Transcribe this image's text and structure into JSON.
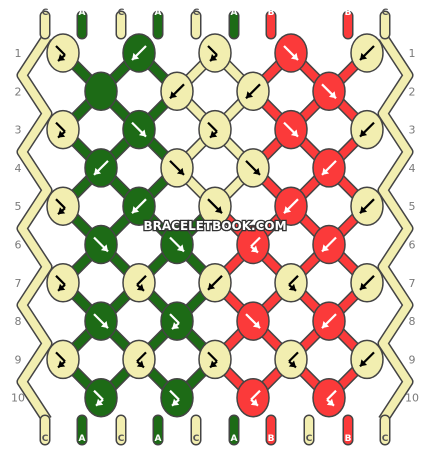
{
  "watermark": "BRACELETBOOK.COM",
  "colors": {
    "A": "#1d6b16",
    "B": "#fb3a3a",
    "C": "#f2eeb0"
  },
  "outline_color": "#444444",
  "arrow_color_on_dark": "#ffffff",
  "arrow_color_on_light": "#000000",
  "strands_top": [
    "C",
    "A",
    "C",
    "A",
    "C",
    "A",
    "B",
    "B",
    "C"
  ],
  "strands_bottom": [
    "C",
    "A",
    "C",
    "A",
    "C",
    "A",
    "B",
    "C",
    "B",
    "C"
  ],
  "row_numbers": [
    "1",
    "2",
    "3",
    "4",
    "5",
    "6",
    "7",
    "8",
    "9",
    "10"
  ],
  "knots": [
    [
      {
        "c": "C",
        "a": "forward-backward"
      },
      {
        "c": "A",
        "a": "backward"
      },
      {
        "c": "C",
        "a": "forward-backward"
      },
      {
        "c": "B",
        "a": "forward"
      },
      {
        "c": "C",
        "a": "backward"
      }
    ],
    [
      {
        "c": "A",
        "a": "blank"
      },
      {
        "c": "C",
        "a": "backward"
      },
      {
        "c": "C",
        "a": "backward"
      },
      {
        "c": "B",
        "a": "forward"
      }
    ],
    [
      {
        "c": "C",
        "a": "forward-backward"
      },
      {
        "c": "A",
        "a": "forward"
      },
      {
        "c": "C",
        "a": "forward-backward"
      },
      {
        "c": "B",
        "a": "forward"
      },
      {
        "c": "C",
        "a": "backward"
      }
    ],
    [
      {
        "c": "A",
        "a": "backward"
      },
      {
        "c": "C",
        "a": "forward"
      },
      {
        "c": "C",
        "a": "forward"
      },
      {
        "c": "B",
        "a": "backward"
      }
    ],
    [
      {
        "c": "C",
        "a": "forward-backward"
      },
      {
        "c": "A",
        "a": "backward"
      },
      {
        "c": "C",
        "a": "forward"
      },
      {
        "c": "B",
        "a": "backward"
      },
      {
        "c": "C",
        "a": "backward"
      }
    ],
    [
      {
        "c": "A",
        "a": "forward"
      },
      {
        "c": "A",
        "a": "forward"
      },
      {
        "c": "B",
        "a": "backward-forward"
      },
      {
        "c": "B",
        "a": "backward"
      }
    ],
    [
      {
        "c": "C",
        "a": "forward-backward"
      },
      {
        "c": "C",
        "a": "backward-forward"
      },
      {
        "c": "C",
        "a": "backward"
      },
      {
        "c": "C",
        "a": "backward-forward"
      },
      {
        "c": "C",
        "a": "backward"
      }
    ],
    [
      {
        "c": "A",
        "a": "forward"
      },
      {
        "c": "A",
        "a": "forward-backward"
      },
      {
        "c": "B",
        "a": "forward"
      },
      {
        "c": "B",
        "a": "backward"
      }
    ],
    [
      {
        "c": "C",
        "a": "forward-backward"
      },
      {
        "c": "C",
        "a": "backward-forward"
      },
      {
        "c": "C",
        "a": "forward-backward"
      },
      {
        "c": "C",
        "a": "backward-forward"
      },
      {
        "c": "C",
        "a": "backward"
      }
    ],
    [
      {
        "c": "A",
        "a": "forward-backward"
      },
      {
        "c": "A",
        "a": "forward-backward"
      },
      {
        "c": "B",
        "a": "backward-forward"
      },
      {
        "c": "B",
        "a": "backward-forward"
      }
    ]
  ]
}
